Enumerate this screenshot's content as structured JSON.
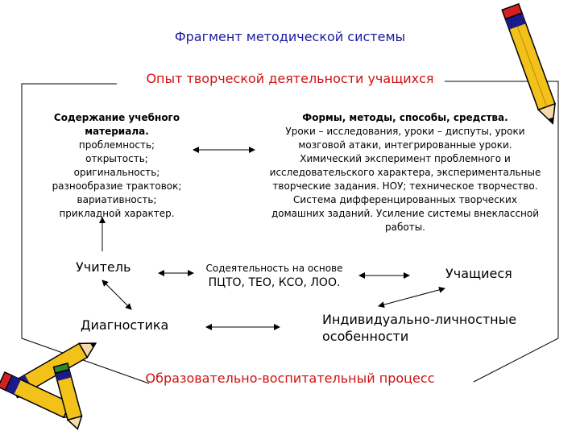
{
  "title": "Фрагмент методической системы",
  "subtitle": "Опыт творческой деятельности учащихся",
  "content_block": {
    "heading": "Содержание учебного материала.",
    "items": [
      "проблемность;",
      "открытость;",
      "оригинальность;",
      "разнообразие трактовок;",
      "вариативность;",
      "прикладной характер."
    ]
  },
  "forms_block": {
    "heading": "Формы, методы, способы, средства.",
    "lines": [
      "Уроки – исследования, уроки – диспуты, уроки",
      "мозговой атаки, интегрированные уроки.",
      "Химический эксперимент проблемного и",
      "исследовательского характера, экспериментальные",
      "творческие задания. НОУ; техническое творчество.",
      "Система дифференцированных творческих",
      "домашних заданий. Усиление системы внеклассной",
      "работы."
    ]
  },
  "nodes": {
    "teacher": "Учитель",
    "students": "Учащиеся",
    "codev_line1": "Содеятельность на основе",
    "codev_line2": "ПЦТО, ТЕО, КСО, ЛОО.",
    "diagnostics": "Диагностика",
    "individual_line1": "Индивидуально-личностные",
    "individual_line2": "особенности"
  },
  "bottom_title": "Образовательно-воспитательный процесс",
  "colors": {
    "title": "#1a1aa0",
    "red_text": "#d01010",
    "pencil_body": "#f2c21a",
    "pencil_band": "#1a1a8a",
    "eraser": "#d42020"
  }
}
